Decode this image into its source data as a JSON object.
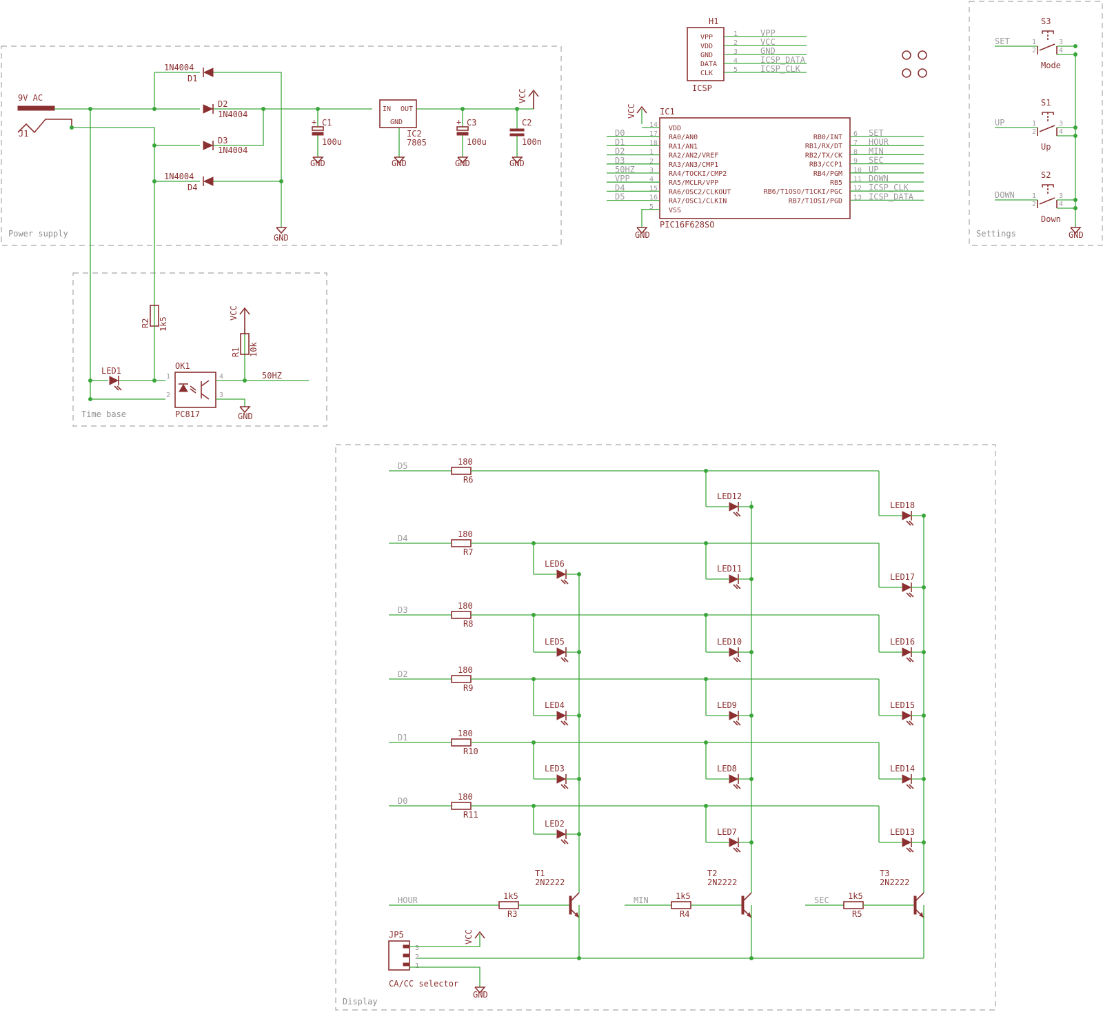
{
  "frames": {
    "power_supply": "Power supply",
    "time_base": "Time base",
    "settings": "Settings",
    "display": "Display"
  },
  "power": {
    "j1_label": "9V AC",
    "j1_name": "J1",
    "d1_name": "D1",
    "d1_value": "1N4004",
    "d2_name": "D2",
    "d2_value": "1N4004",
    "d3_name": "D3",
    "d3_value": "1N4004",
    "d4_name": "D4",
    "d4_value": "1N4004",
    "c1_name": "C1",
    "c1_value": "100u",
    "c3_name": "C3",
    "c3_value": "100u",
    "c2_name": "C2",
    "c2_value": "100n",
    "ic2_name": "IC2",
    "ic2_value": "7805",
    "ic2_in": "IN",
    "ic2_out": "OUT",
    "ic2_gnd": "GND",
    "gnd": "GND",
    "vcc": "VCC"
  },
  "icsp": {
    "name": "H1",
    "value": "ICSP",
    "pins": [
      {
        "num": "1",
        "pin": "VPP",
        "net": "VPP"
      },
      {
        "num": "2",
        "pin": "VDD",
        "net": "VCC"
      },
      {
        "num": "3",
        "pin": "GND",
        "net": "GND"
      },
      {
        "num": "4",
        "pin": "DATA",
        "net": "ICSP_DATA"
      },
      {
        "num": "5",
        "pin": "CLK",
        "net": "ICSP_CLK"
      }
    ]
  },
  "mcu": {
    "name": "IC1",
    "value": "PIC16F628SO",
    "vcc": "VCC",
    "gnd": "GND",
    "left_pins": [
      {
        "num": "14",
        "pin": "VDD",
        "net": ""
      },
      {
        "num": "17",
        "pin": "RA0/AN0",
        "net": "D0"
      },
      {
        "num": "18",
        "pin": "RA1/AN1",
        "net": "D1"
      },
      {
        "num": "1",
        "pin": "RA2/AN2/VREF",
        "net": "D2"
      },
      {
        "num": "2",
        "pin": "RA3/AN3/CMP1",
        "net": "D3"
      },
      {
        "num": "3",
        "pin": "RA4/TOCKI/CMP2",
        "net": "50HZ"
      },
      {
        "num": "4",
        "pin": "RA5/MCLR/VPP",
        "net": "VPP"
      },
      {
        "num": "15",
        "pin": "RA6/OSC2/CLKOUT",
        "net": "D4"
      },
      {
        "num": "16",
        "pin": "RA7/OSC1/CLKIN",
        "net": "D5"
      },
      {
        "num": "5",
        "pin": "VSS",
        "net": ""
      }
    ],
    "right_pins": [
      {
        "num": "6",
        "pin": "RB0/INT",
        "net": "SET"
      },
      {
        "num": "7",
        "pin": "RB1/RX/DT",
        "net": "HOUR"
      },
      {
        "num": "8",
        "pin": "RB2/TX/CK",
        "net": "MIN"
      },
      {
        "num": "9",
        "pin": "RB3/CCP1",
        "net": "SEC"
      },
      {
        "num": "10",
        "pin": "RB4/PGM",
        "net": "UP"
      },
      {
        "num": "11",
        "pin": "RB5",
        "net": "DOWN"
      },
      {
        "num": "12",
        "pin": "RB6/T1OSO/T1CKI/PGC",
        "net": "ICSP_CLK"
      },
      {
        "num": "13",
        "pin": "RB7/T1OSI/PGD",
        "net": "ICSP_DATA"
      }
    ]
  },
  "settings": {
    "switches": [
      {
        "name": "S3",
        "net": "SET",
        "label": "Mode"
      },
      {
        "name": "S1",
        "net": "UP",
        "label": "Up"
      },
      {
        "name": "S2",
        "net": "DOWN",
        "label": "Down"
      }
    ],
    "pin1": "1",
    "pin2": "2",
    "pin3": "3",
    "pin4": "4",
    "gnd": "GND"
  },
  "timebase": {
    "r2_name": "R2",
    "r2_value": "1k5",
    "r1_name": "R1",
    "r1_value": "10k",
    "led1": "LED1",
    "ok1_name": "OK1",
    "ok1_value": "PC817",
    "pin1": "1",
    "pin2": "2",
    "pin3": "3",
    "pin4": "4",
    "net": "50HZ",
    "vcc": "VCC",
    "gnd": "GND"
  },
  "display": {
    "rows": [
      {
        "net": "D5",
        "value": "180",
        "res": "R6"
      },
      {
        "net": "D4",
        "value": "180",
        "res": "R7"
      },
      {
        "net": "D3",
        "value": "180",
        "res": "R8"
      },
      {
        "net": "D2",
        "value": "180",
        "res": "R9"
      },
      {
        "net": "D1",
        "value": "180",
        "res": "R10"
      },
      {
        "net": "D0",
        "value": "180",
        "res": "R11"
      }
    ],
    "leds_col1": [
      "LED6",
      "LED5",
      "LED4",
      "LED3",
      "LED2"
    ],
    "leds_col2": [
      "LED12",
      "LED11",
      "LED10",
      "LED9",
      "LED8",
      "LED7"
    ],
    "leds_col3": [
      "LED18",
      "LED17",
      "LED16",
      "LED15",
      "LED14",
      "LED13"
    ],
    "transistors": [
      {
        "name": "T1",
        "value": "2N2222",
        "net": "HOUR",
        "r_value": "1k5",
        "r_name": "R3"
      },
      {
        "name": "T2",
        "value": "2N2222",
        "net": "MIN",
        "r_value": "1k5",
        "r_name": "R4"
      },
      {
        "name": "T3",
        "value": "2N2222",
        "net": "SEC",
        "r_value": "1k5",
        "r_name": "R5"
      }
    ],
    "jp5_name": "JP5",
    "jp5_label": "CA/CC selector",
    "jp5_pins": [
      "3",
      "2",
      "1"
    ],
    "vcc": "VCC",
    "gnd": "GND"
  }
}
